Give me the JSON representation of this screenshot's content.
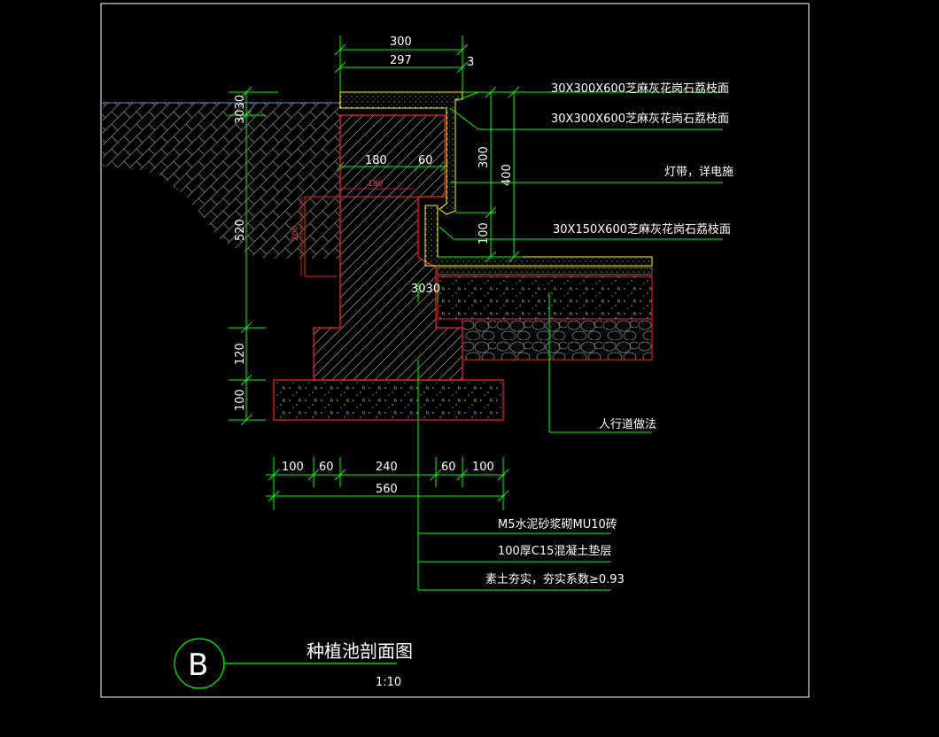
{
  "drawing": {
    "title": "种植池剖面图",
    "scale": "1:10",
    "detail_mark": "B"
  },
  "top_dims": {
    "overall": "300",
    "inner": "297",
    "offset": "3"
  },
  "inner_dims": {
    "a": "180",
    "b": "60",
    "red_width": "180",
    "red_height": "200"
  },
  "left_dims": {
    "top": "3030",
    "main": "520",
    "footing_step": "120",
    "footing": "100"
  },
  "right_dims": {
    "d300": "300",
    "d400": "400",
    "d100": "100",
    "d3030": "3030"
  },
  "bottom_dims": {
    "segments": [
      "100",
      "60",
      "240",
      "60",
      "100"
    ],
    "total": "560"
  },
  "callouts_right": [
    "30X300X600芝麻灰花岗石荔枝面",
    "30X300X600芝麻灰花岗石荔枝面",
    "灯带，详电施",
    "30X150X600芝麻灰花岗石荔枝面",
    "人行道做法"
  ],
  "callouts_bottom": [
    "M5水泥砂浆砌MU10砖",
    "100厚C15混凝土垫层",
    "素土夯实，夯实系数≥0.93"
  ],
  "colors": {
    "background": "#000000",
    "frame": "#ffffff",
    "dimension": "#00ff00",
    "outline": "#ff2020",
    "finish": "#ffff00",
    "hatch": "#777777"
  }
}
